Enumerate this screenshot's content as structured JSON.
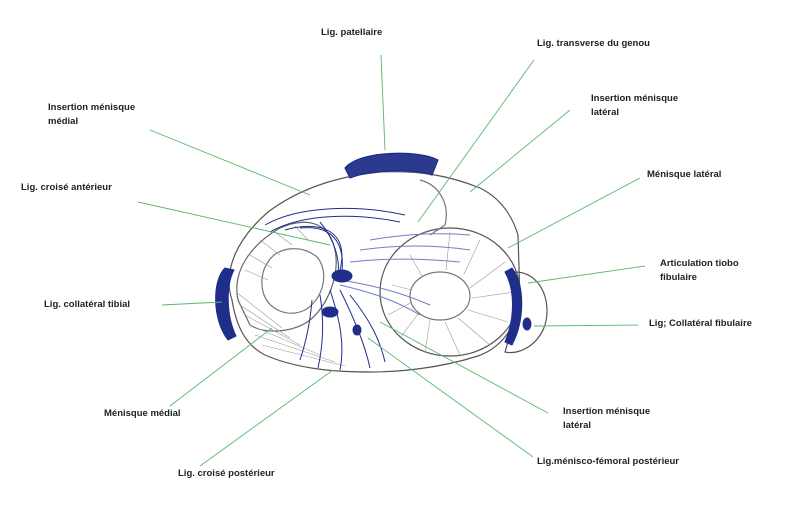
{
  "labels": {
    "lig_patellaire": "Lig. patellaire",
    "lig_transverse": "Lig. transverse du genou",
    "insertion_menisque_medial_l1": "Insertion ménisque",
    "insertion_menisque_medial_l2": "médial",
    "insertion_menisque_lateral_top_l1": "Insertion ménisque",
    "insertion_menisque_lateral_top_l2": "latéral",
    "lig_croise_anterieur": "Lig. croisé antérieur",
    "menisque_lateral": "Ménisque latéral",
    "articulation_tibio_l1": "Articulation tiobo",
    "articulation_tibio_l2": "fibulaire",
    "lig_collateral_tibial": "Lig. collatéral tibial",
    "lig_collateral_fibulaire": "Lig; Collatéral fibulaire",
    "menisque_medial": "Ménisque médial",
    "insertion_menisque_lateral_bottom_l1": "Insertion ménisque",
    "insertion_menisque_lateral_bottom_l2": "latéral",
    "lig_menisco_femoral": "Lig.ménisco-fémoral postérieur",
    "lig_croise_posterieur": "Lig. croisé postérieur"
  },
  "colors": {
    "leader_line": "#58b86c",
    "ink": "#555555",
    "ligament": "#1f2e8a",
    "ligament_light": "#6f7fc8"
  }
}
